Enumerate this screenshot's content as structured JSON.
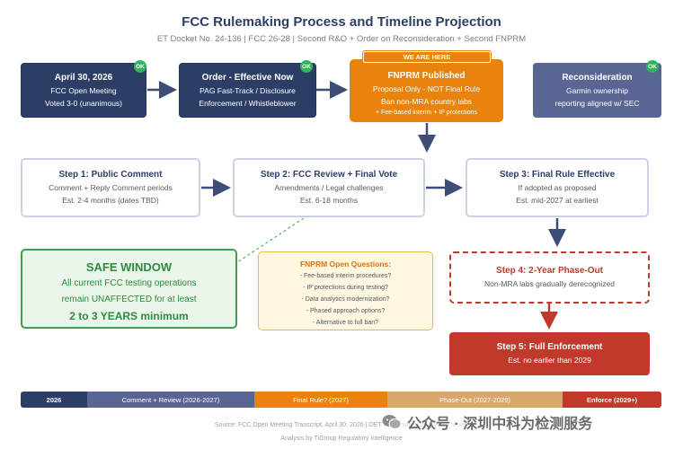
{
  "header": {
    "title": "FCC Rulemaking Process and Timeline Projection",
    "subtitle": "ET Docket No. 24-136 | FCC 26-28 | Second R&O + Order on Reconsideration + Second FNPRM"
  },
  "top_row": {
    "box1": {
      "title": "April 30, 2026",
      "line1": "FCC Open Meeting",
      "line2": "Voted 3-0 (unanimous)",
      "badge": "OK"
    },
    "box2": {
      "title": "Order - Effective Now",
      "line1": "PAG Fast-Track / Disclosure",
      "line2": "Enforcement / Whistleblower",
      "badge": "OK"
    },
    "box3": {
      "here": "WE ARE HERE",
      "title": "FNPRM Published",
      "line1": "Proposal Only - NOT Final Rule",
      "line2": "Ban non-MRA country labs",
      "line3": "+ Fee-based interim + IP protections"
    },
    "box4": {
      "title": "Reconsideration",
      "line1": "Garmin ownership",
      "line2": "reporting aligned w/ SEC",
      "badge": "OK"
    }
  },
  "steps": {
    "s1": {
      "title": "Step 1: Public Comment",
      "line1": "Comment + Reply Comment periods",
      "line2": "Est. 2-4 months (dates TBD)"
    },
    "s2": {
      "title": "Step 2: FCC Review + Final Vote",
      "line1": "Amendments / Legal challenges",
      "line2": "Est. 6-18 months"
    },
    "s3": {
      "title": "Step 3: Final Rule Effective",
      "line1": "If adopted as proposed",
      "line2": "Est. mid-2027 at earliest"
    },
    "s4": {
      "title": "Step 4: 2-Year Phase-Out",
      "line1": "Non-MRA labs gradually derecognized"
    },
    "s5": {
      "title": "Step 5: Full Enforcement",
      "line1": "Est. no earlier than 2029"
    }
  },
  "safe_window": {
    "title": "SAFE WINDOW",
    "line1": "All current FCC testing operations",
    "line2": "remain UNAFFECTED for at least",
    "line3": "2 to 3 YEARS minimum"
  },
  "questions": {
    "title": "FNPRM Open Questions:",
    "items": [
      "- Fee-based interim procedures?",
      "- IP protections during testing?",
      "- Data analytics modernization?",
      "- Phased approach options?",
      "- Alternative to full ban?"
    ]
  },
  "timeline": [
    {
      "label": "2026",
      "color": "#2d3e66"
    },
    {
      "label": "Comment + Review (2026-2027)",
      "color": "#5a6594"
    },
    {
      "label": "Final Rule? (2027)",
      "color": "#e8830d"
    },
    {
      "label": "Phase-Out (2027-2029)",
      "color": "#d8a86a"
    },
    {
      "label": "Enforce (2029+)",
      "color": "#c0392b"
    }
  ],
  "footer": {
    "source": "Source: FCC Open Meeting Transcript, April 30, 2026 | OET Presentation by Ronald Nevelt",
    "analysis": "Analysis by TiGroup Regulatory Intelligence",
    "watermark": "公众号 · 深圳中科为检测服务"
  },
  "colors": {
    "navy": "#2d3e66",
    "orange": "#e8830d",
    "slate": "#5a6594",
    "green": "#3aa24d",
    "red": "#c0392b"
  }
}
